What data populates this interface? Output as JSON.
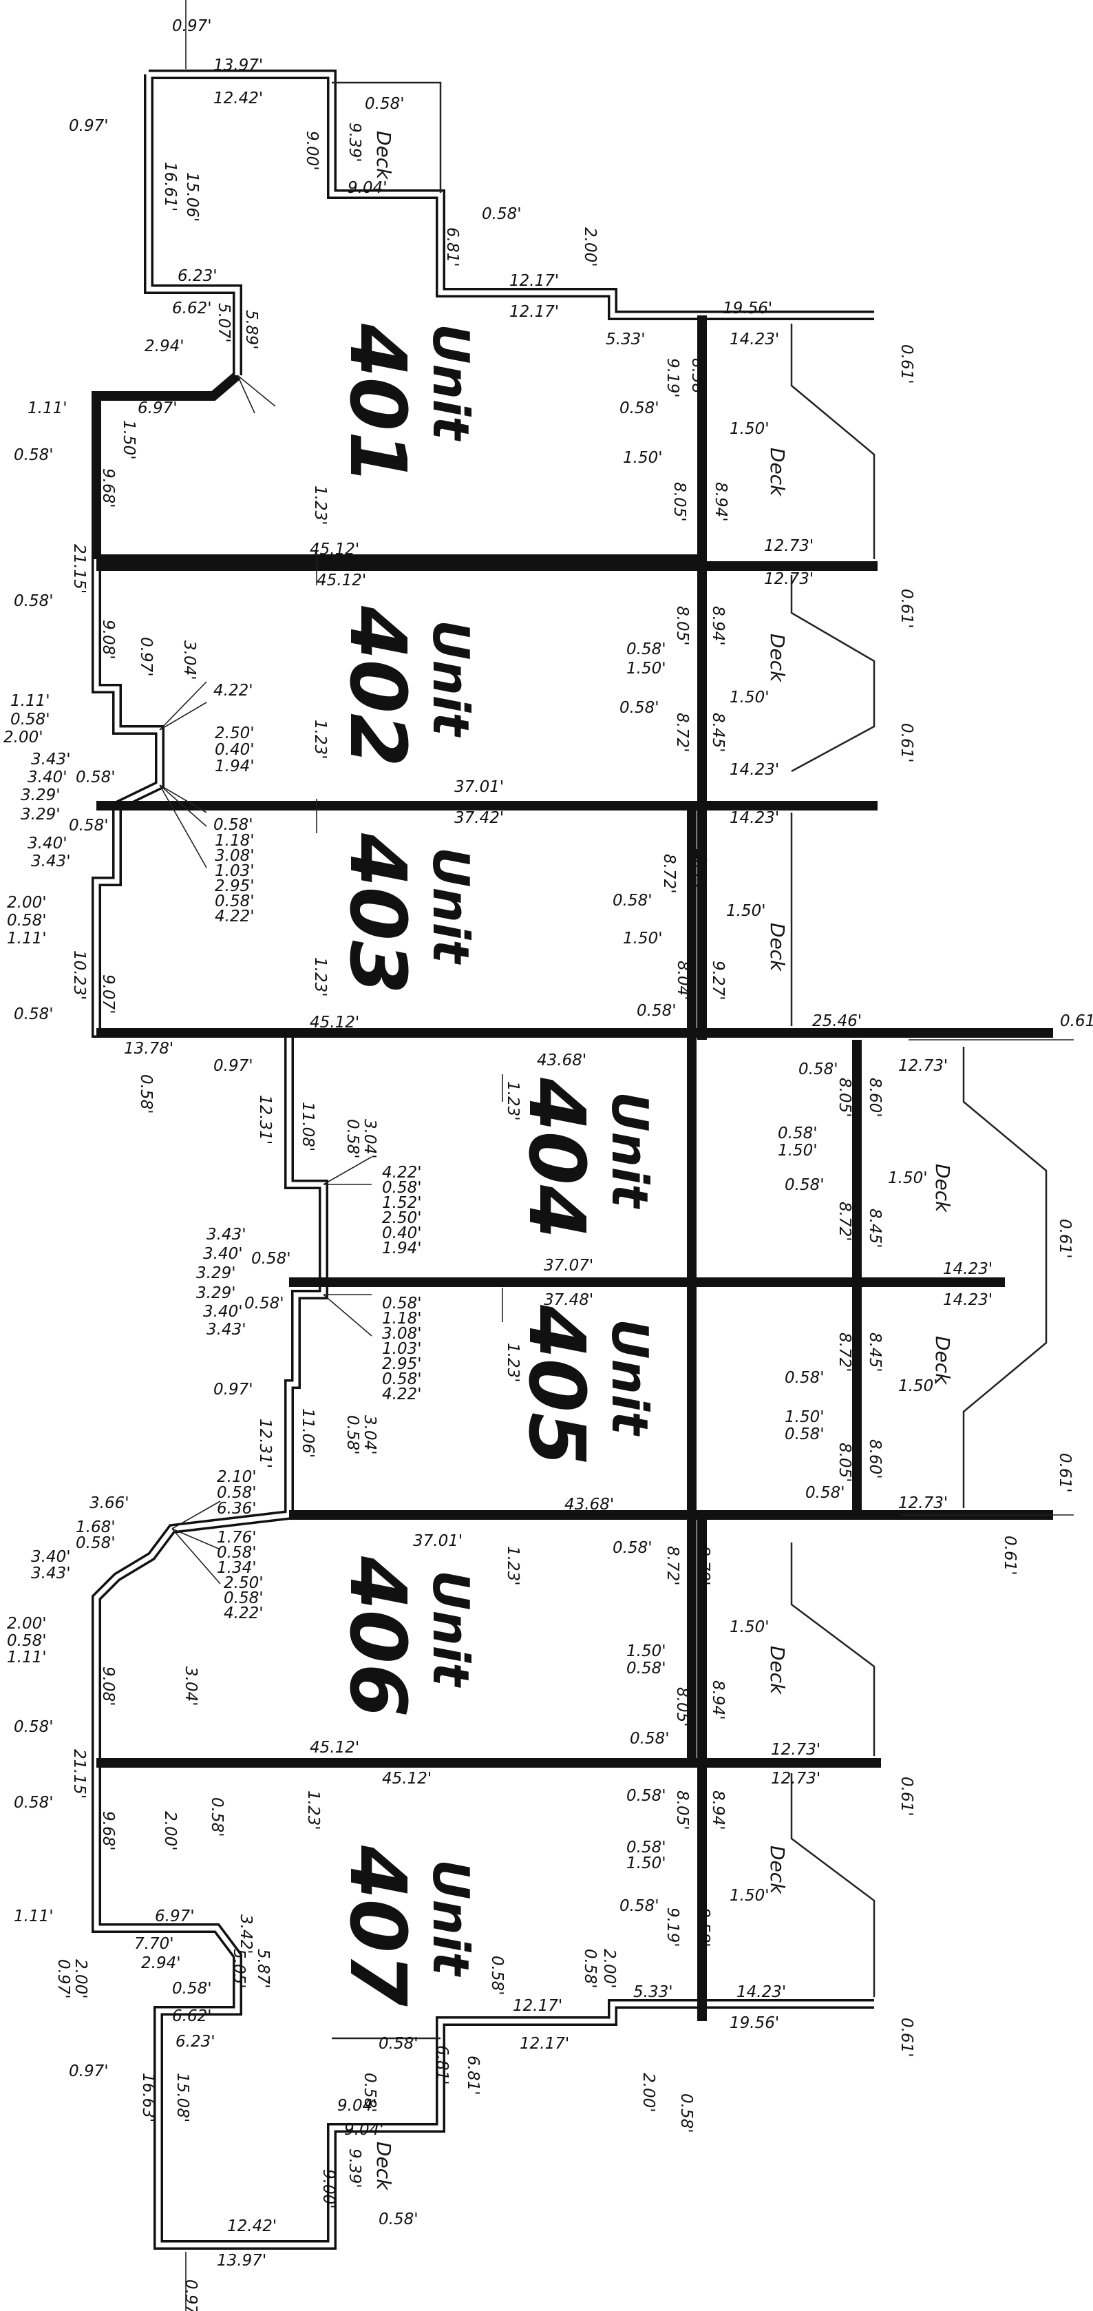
{
  "units": [
    {
      "word": "Unit",
      "number": "401"
    },
    {
      "word": "Unit",
      "number": "402"
    },
    {
      "word": "Unit",
      "number": "403"
    },
    {
      "word": "Unit",
      "number": "404"
    },
    {
      "word": "Unit",
      "number": "405"
    },
    {
      "word": "Unit",
      "number": "406"
    },
    {
      "word": "Unit",
      "number": "407"
    }
  ],
  "deck_label": "Deck",
  "dimensions": {
    "d1": "13.97'",
    "d2": "12.42'",
    "d3": "0.58'",
    "d4": "0.97'",
    "d5": "16.61'",
    "d6": "15.06'",
    "d7": "9.39'",
    "d8": "9.00'",
    "d9": "9.04'",
    "d10": "6.81'",
    "d11": "12.17'",
    "d12": "2.00'",
    "d13": "19.56'",
    "d14": "14.23'",
    "d15": "0.61'",
    "d16": "5.33'",
    "d17": "6.23'",
    "d18": "6.62'",
    "d19": "5.07'",
    "d20": "5.89'",
    "d21": "2.94'",
    "d22": "6.97'",
    "d23": "1.11'",
    "d24": "1.50'",
    "d25": "9.68'",
    "d26": "8.58'",
    "d27": "9.19'",
    "d28": "8.05'",
    "d29": "8.94'",
    "d30": "12.73'",
    "d31": "1.23'",
    "d32": "45.12'",
    "d33": "21.15'",
    "d34": "9.08'",
    "d35": "3.04'",
    "d36": "0.97'",
    "d37": "4.22'",
    "d38": "2.50'",
    "d39": "0.40'",
    "d40": "1.94'",
    "d41": "3.43'",
    "d42": "3.40'",
    "d43": "3.29'",
    "d44": "8.72'",
    "d45": "8.45'",
    "d46": "37.01'",
    "d47": "37.42'",
    "d48": "1.18'",
    "d49": "3.08'",
    "d50": "1.03'",
    "d51": "2.95'",
    "d52": "10.23'",
    "d53": "9.07'",
    "d54": "8.04'",
    "d55": "9.27'",
    "d56": "25.46'",
    "d57": "13.78'",
    "d58": "12.31'",
    "d59": "11.08'",
    "d60": "43.68'",
    "d61": "8.60'",
    "d62": "1.52'",
    "d63": "37.07'",
    "d64": "37.48'",
    "d65": "11.06'",
    "d66": "3.66'",
    "d67": "1.68'",
    "d68": "2.10'",
    "d69": "6.36'",
    "d70": "1.76'",
    "d71": "8.79'",
    "d72": "7.70'",
    "d73": "5.05'",
    "d74": "5.87'",
    "d75": "3.42'",
    "d76": "15.08'",
    "d77": "16.63'",
    "d78": "1.34'",
    "d79": "2.00'"
  }
}
